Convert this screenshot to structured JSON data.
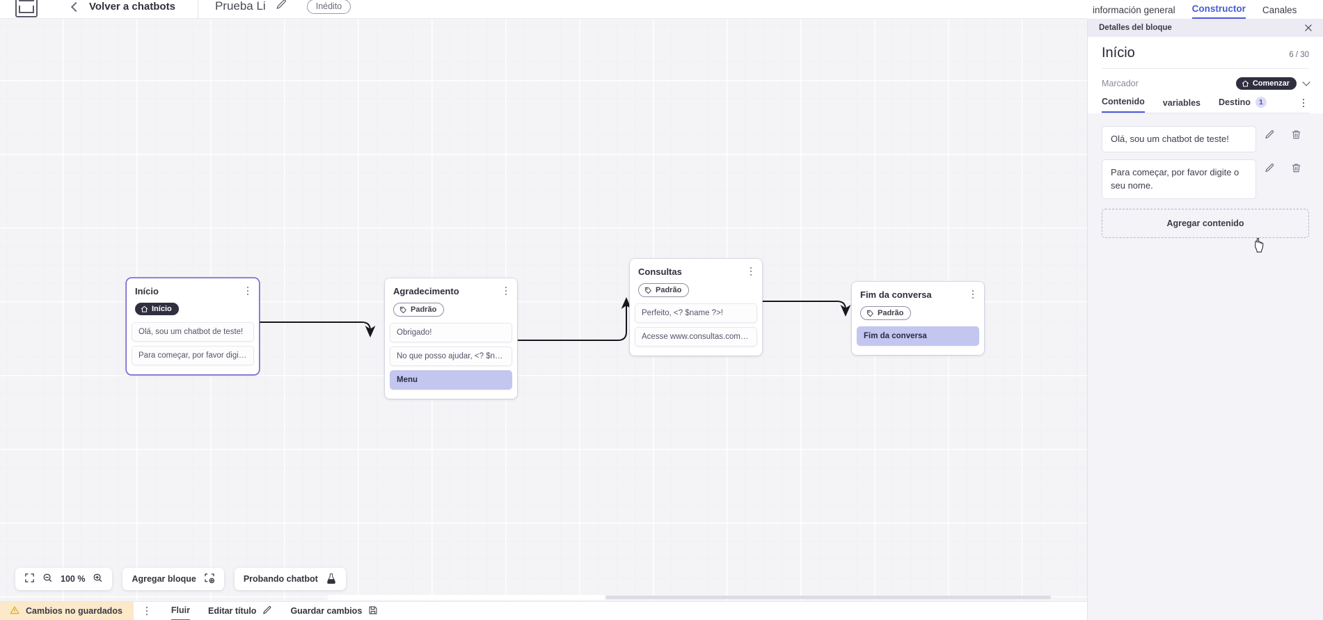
{
  "header": {
    "logo_icon": "vtr-logo-icon",
    "back_label": "Volver a chatbots",
    "doc_title": "Prueba Li",
    "edit_title_icon": "pencil-icon",
    "status_badge": "Inédito"
  },
  "top_tabs": [
    {
      "label": "información general",
      "active": false
    },
    {
      "label": "Constructor",
      "active": true
    },
    {
      "label": "Canales",
      "active": false
    }
  ],
  "canvas": {
    "nodes": [
      {
        "title": "Início",
        "tag": "Início",
        "tag_style": "dark",
        "tag_icon": "home-icon",
        "selected": true,
        "messages": [
          {
            "text": "Olá, sou um chatbot de teste!",
            "highlight": false
          },
          {
            "text": "Para começar, por favor digite o ...",
            "highlight": false
          }
        ]
      },
      {
        "title": "Agradecimento",
        "tag": "Padrão",
        "tag_style": "outline",
        "tag_icon": "tag-icon",
        "selected": false,
        "messages": [
          {
            "text": "Obrigado!",
            "highlight": false
          },
          {
            "text": "No que posso ajudar, <? $name ...",
            "highlight": false
          },
          {
            "text": "Menu",
            "highlight": true
          }
        ]
      },
      {
        "title": "Consultas",
        "tag": "Padrão",
        "tag_style": "outline",
        "tag_icon": "tag-icon",
        "selected": false,
        "messages": [
          {
            "text": "Perfeito, <? $name ?>!",
            "highlight": false
          },
          {
            "text": "Acesse www.consultas.com par...",
            "highlight": false
          }
        ]
      },
      {
        "title": "Fim da conversa",
        "tag": "Padrão",
        "tag_style": "outline",
        "tag_icon": "tag-icon",
        "selected": false,
        "messages": [
          {
            "text": "Fim da conversa",
            "highlight": true
          }
        ]
      }
    ]
  },
  "floating_toolbar": {
    "fit_icon": "fit-screen-icon",
    "zoom_out_icon": "zoom-out-icon",
    "zoom_level": "100 %",
    "zoom_in_icon": "zoom-in-icon",
    "add_block_label": "Agregar bloque",
    "add_block_icon": "add-block-icon",
    "test_chatbot_label": "Probando chatbot",
    "test_chatbot_icon": "flask-icon"
  },
  "statusbar": {
    "warning_icon": "warning-triangle-icon",
    "unsaved_label": "Cambios no guardados",
    "menu_icon": "kebab-menu-icon",
    "flow_label": "Fluir",
    "edit_title_label": "Editar título",
    "edit_title_icon": "pencil-icon",
    "save_label": "Guardar cambios",
    "save_icon": "save-disk-icon"
  },
  "right_panel": {
    "bar_title": "Detalles del bloque",
    "close_icon": "close-icon",
    "block_title": "Início",
    "char_count": "6 / 30",
    "marker_label": "Marcador",
    "marker_badge": "Comenzar",
    "marker_badge_icon": "home-icon",
    "marker_chevron_icon": "chevron-down-icon",
    "tabs": [
      {
        "label": "Contenido",
        "active": true,
        "count": null
      },
      {
        "label": "variables",
        "active": false,
        "count": null
      },
      {
        "label": "Destino",
        "active": false,
        "count": "1"
      }
    ],
    "tab_overflow_icon": "kebab-menu-icon",
    "contents": [
      {
        "text": "Olá, sou um chatbot de teste!",
        "edit_icon": "pencil-icon",
        "delete_icon": "trash-icon"
      },
      {
        "text": "Para começar, por favor digite o seu nome.",
        "edit_icon": "pencil-icon",
        "delete_icon": "trash-icon"
      }
    ],
    "add_content_label": "Agregar contenido"
  },
  "colors": {
    "accent": "#4a5bd4",
    "highlight_msg": "#c3c6ef",
    "warning_bg": "#fbe9c9",
    "canvas_bg": "#f4f4f7"
  }
}
